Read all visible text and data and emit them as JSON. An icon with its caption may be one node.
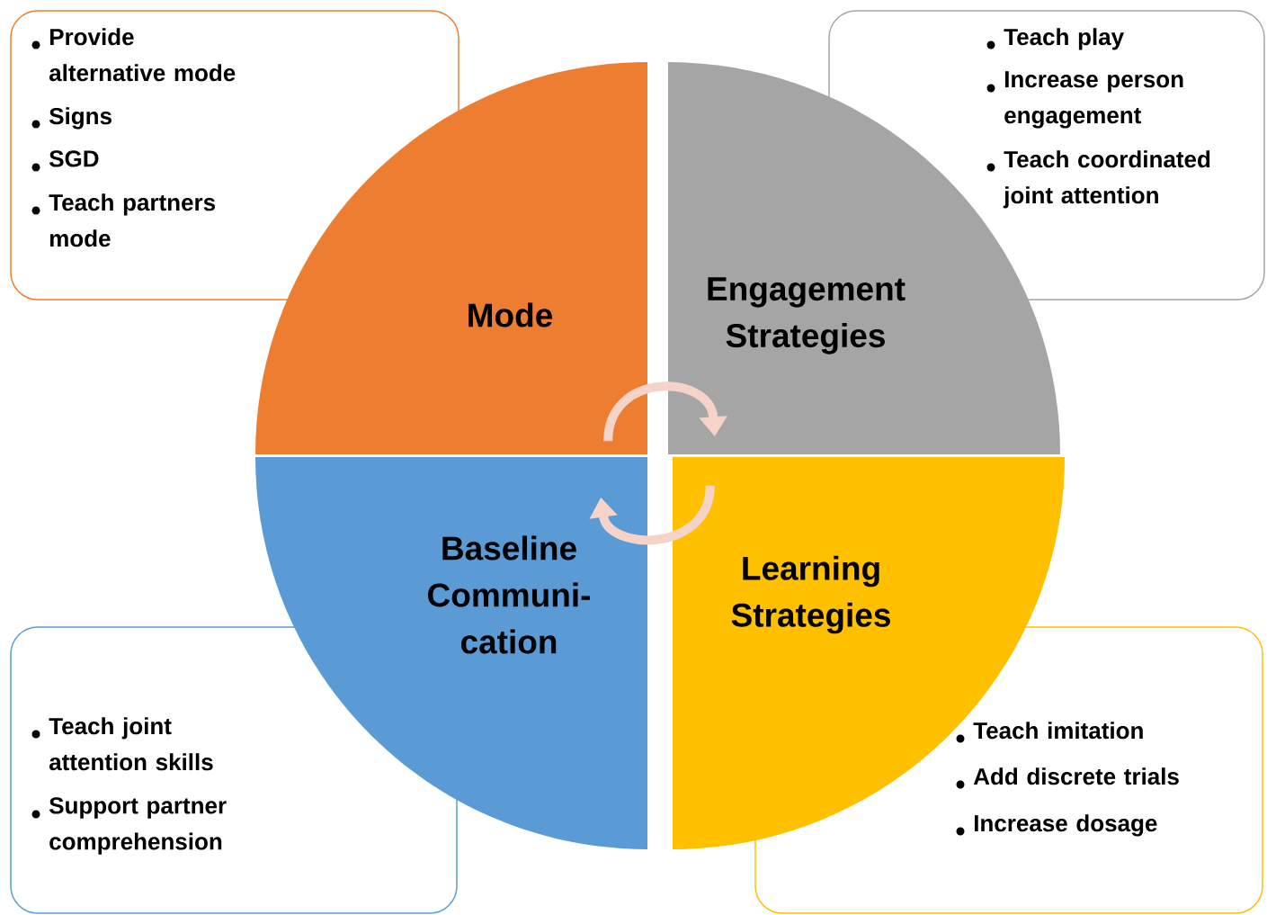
{
  "diagram": {
    "nodes": [
      {
        "text": [
          "Provide alternative mode",
          "Signs",
          "SGD",
          "Teach partners mode"
        ]
      },
      {
        "text": [
          "Teach play",
          "Increase person engagement",
          "Teach coordinated joint attention"
        ]
      },
      {
        "text": [
          "Mode"
        ]
      },
      {
        "text": [
          "Engagement Strategies"
        ]
      },
      {
        "text": [
          "Baseline Communi-cation"
        ]
      },
      {
        "text": [
          "Learning Strategies"
        ]
      },
      {
        "text": [
          "Teach joint attention skills",
          "Support partner comprehension"
        ]
      },
      {
        "text": [
          "Teach imitation",
          "Add discrete trials",
          "Increase dosage"
        ]
      }
    ],
    "edges": [
      {
        "from": 2,
        "to": 3,
        "arrow": "to"
      },
      {
        "from": 5,
        "to": 4,
        "arrow": "to"
      }
    ]
  }
}
